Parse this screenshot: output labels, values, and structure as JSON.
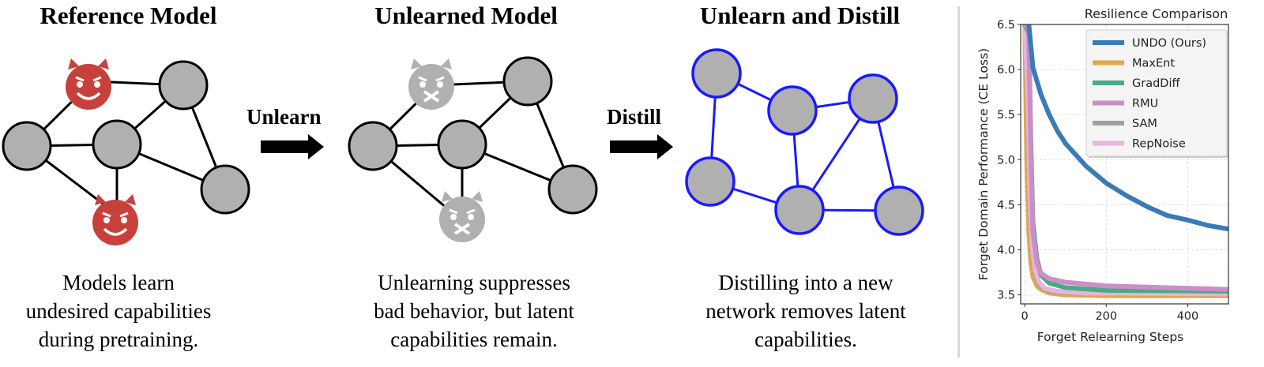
{
  "panels": [
    {
      "title": "Reference Model",
      "caption_lines": [
        "Models learn",
        "undesired capabilities",
        "during pretraining."
      ]
    },
    {
      "title": "Unlearned Model",
      "caption_lines": [
        "Unlearning suppresses",
        "bad behavior, but latent",
        "capabilities remain."
      ]
    },
    {
      "title": "Unlearn and Distill",
      "caption_lines": [
        "Distilling into a new",
        "network removes latent",
        "capabilities."
      ]
    }
  ],
  "arrows": [
    {
      "label": "Unlearn",
      "icon": "right-arrow-icon"
    },
    {
      "label": "Distill",
      "icon": "right-arrow-icon"
    }
  ],
  "icons": {
    "reference_bad_nodes": "smiling-devil-icon",
    "unlearned_bad_nodes": "silenced-devil-icon"
  },
  "colors": {
    "devil_red": "#c8403c",
    "suppressed_gray": "#b0b0b0",
    "node_gray": "#b0b0b0",
    "distill_blue": "#1a1aff"
  },
  "chart_data": {
    "type": "line",
    "title": "Resilience Comparison",
    "xlabel": "Forget Relearning Steps",
    "ylabel": "Forget Domain Performance (CE Loss)",
    "xlim": [
      -10,
      500
    ],
    "ylim": [
      3.4,
      6.5
    ],
    "xticks": [
      0,
      200,
      400
    ],
    "yticks": [
      3.5,
      4.0,
      4.5,
      5.0,
      5.5,
      6.0,
      6.5
    ],
    "grid": true,
    "legend_position": "top-right",
    "series": [
      {
        "name": "UNDO (Ours)",
        "color": "#3a7ab8",
        "x": [
          10,
          20,
          40,
          60,
          80,
          100,
          150,
          200,
          250,
          300,
          350,
          400,
          450,
          500
        ],
        "y": [
          6.5,
          6.02,
          5.72,
          5.5,
          5.32,
          5.18,
          4.93,
          4.74,
          4.6,
          4.48,
          4.38,
          4.33,
          4.27,
          4.23
        ]
      },
      {
        "name": "MaxEnt",
        "color": "#e0a84a",
        "x": [
          0,
          5,
          10,
          15,
          20,
          30,
          40,
          60,
          100,
          200,
          500
        ],
        "y": [
          6.5,
          5.0,
          4.2,
          3.85,
          3.7,
          3.6,
          3.56,
          3.52,
          3.5,
          3.49,
          3.49
        ]
      },
      {
        "name": "GradDiff",
        "color": "#4aaa86",
        "x": [
          0,
          10,
          15,
          20,
          30,
          40,
          60,
          100,
          200,
          500
        ],
        "y": [
          6.5,
          6.4,
          5.2,
          4.3,
          3.9,
          3.72,
          3.63,
          3.58,
          3.55,
          3.54
        ]
      },
      {
        "name": "RMU",
        "color": "#cc8ec6",
        "x": [
          0,
          10,
          15,
          20,
          30,
          40,
          60,
          100,
          200,
          500
        ],
        "y": [
          6.5,
          6.45,
          5.0,
          4.2,
          3.85,
          3.74,
          3.68,
          3.64,
          3.6,
          3.56
        ]
      },
      {
        "name": "SAM",
        "color": "#a0a0a0",
        "x": [
          0,
          8,
          12,
          18,
          25,
          35,
          50,
          80,
          150,
          500
        ],
        "y": [
          6.5,
          5.6,
          4.6,
          4.0,
          3.75,
          3.62,
          3.56,
          3.53,
          3.52,
          3.51
        ]
      },
      {
        "name": "RepNoise",
        "color": "#e8b4da",
        "x": [
          0,
          8,
          12,
          18,
          25,
          35,
          50,
          80,
          150,
          500
        ],
        "y": [
          6.5,
          5.7,
          4.7,
          4.05,
          3.78,
          3.64,
          3.57,
          3.54,
          3.52,
          3.51
        ]
      }
    ]
  }
}
